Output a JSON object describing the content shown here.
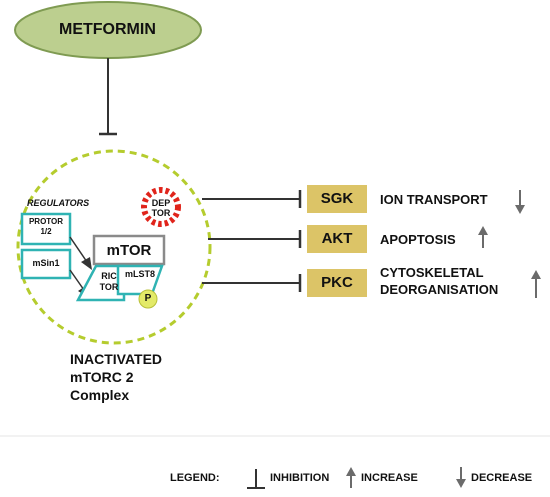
{
  "drug": {
    "label": "METFORMIN"
  },
  "complex": {
    "regulators_title": "REGULATORS",
    "protor_line1": "PROTOR",
    "protor_line2": "1/2",
    "msin1": "mSin1",
    "mtor": "mTOR",
    "rictor_line1": "RIC",
    "rictor_line2": "TOR",
    "mlst8": "mLST8",
    "phospho": "P",
    "deptor_line1": "DEP",
    "deptor_line2": "TOR",
    "status_line1": "INACTIVATED",
    "status_line2": "mTORC 2",
    "status_line3": "Complex"
  },
  "targets": [
    {
      "kinase": "SGK",
      "effect": "ION TRANSPORT",
      "effect_line2": "",
      "direction": "decrease",
      "connector": "inhibition"
    },
    {
      "kinase": "AKT",
      "effect": "APOPTOSIS",
      "effect_line2": "",
      "direction": "increase",
      "connector": "inhibition"
    },
    {
      "kinase": "PKC",
      "effect": "CYTOSKELETAL",
      "effect_line2": "DEORGANISATION",
      "direction": "increase",
      "connector": "inhibition"
    }
  ],
  "legend": {
    "title": "LEGEND:",
    "inhibition": "INHIBITION",
    "increase": "INCREASE",
    "decrease": "DECREASE"
  },
  "colors": {
    "metformin_fill": "#bccf8f",
    "metformin_stroke": "#7f9b52",
    "complex_border": "#b5cc2e",
    "subunit_border": "#2fb3b3",
    "mtor_border": "#8a8a8a",
    "phospho_fill": "#e3ea68",
    "deptor_border": "#e0241b",
    "kinase_fill": "#dcc467",
    "line": "#333333",
    "arrow": "#6b6b6b"
  }
}
